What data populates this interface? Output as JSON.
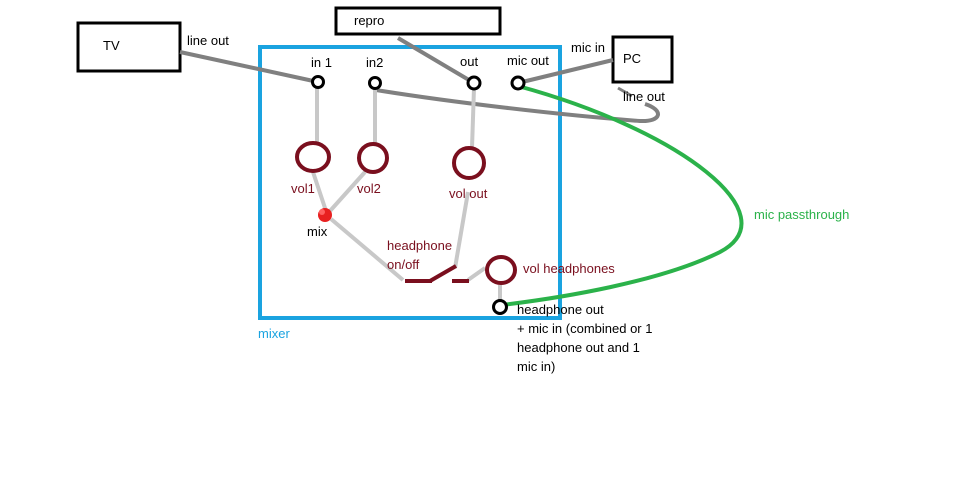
{
  "devices": {
    "tv": "TV",
    "repro": "repro",
    "pc": "PC"
  },
  "ports": {
    "tv_line_out": "line out",
    "in1": "in 1",
    "in2": "in2",
    "out": "out",
    "mic_out": "mic out",
    "pc_mic_in": "mic in",
    "pc_line_out": "line out"
  },
  "controls": {
    "vol1": "vol1",
    "vol2": "vol2",
    "vol_out": "vol out",
    "mix": "mix",
    "headphone_switch_line1": "headphone",
    "headphone_switch_line2": "on/off",
    "vol_headphones": "vol headphones"
  },
  "mixer_label": "mixer",
  "mic_passthrough": "mic passthrough",
  "headphone_out_note": [
    "headphone out",
    "+ mic in (combined or 1",
    "headphone out and 1",
    "mic in)"
  ],
  "colors": {
    "mixer_box": "#1aa3e0",
    "mic_passthrough": "#2bb24a",
    "controls": "#7a0f1e",
    "cables": "#808080",
    "internal_wires": "#c8c8c8"
  }
}
